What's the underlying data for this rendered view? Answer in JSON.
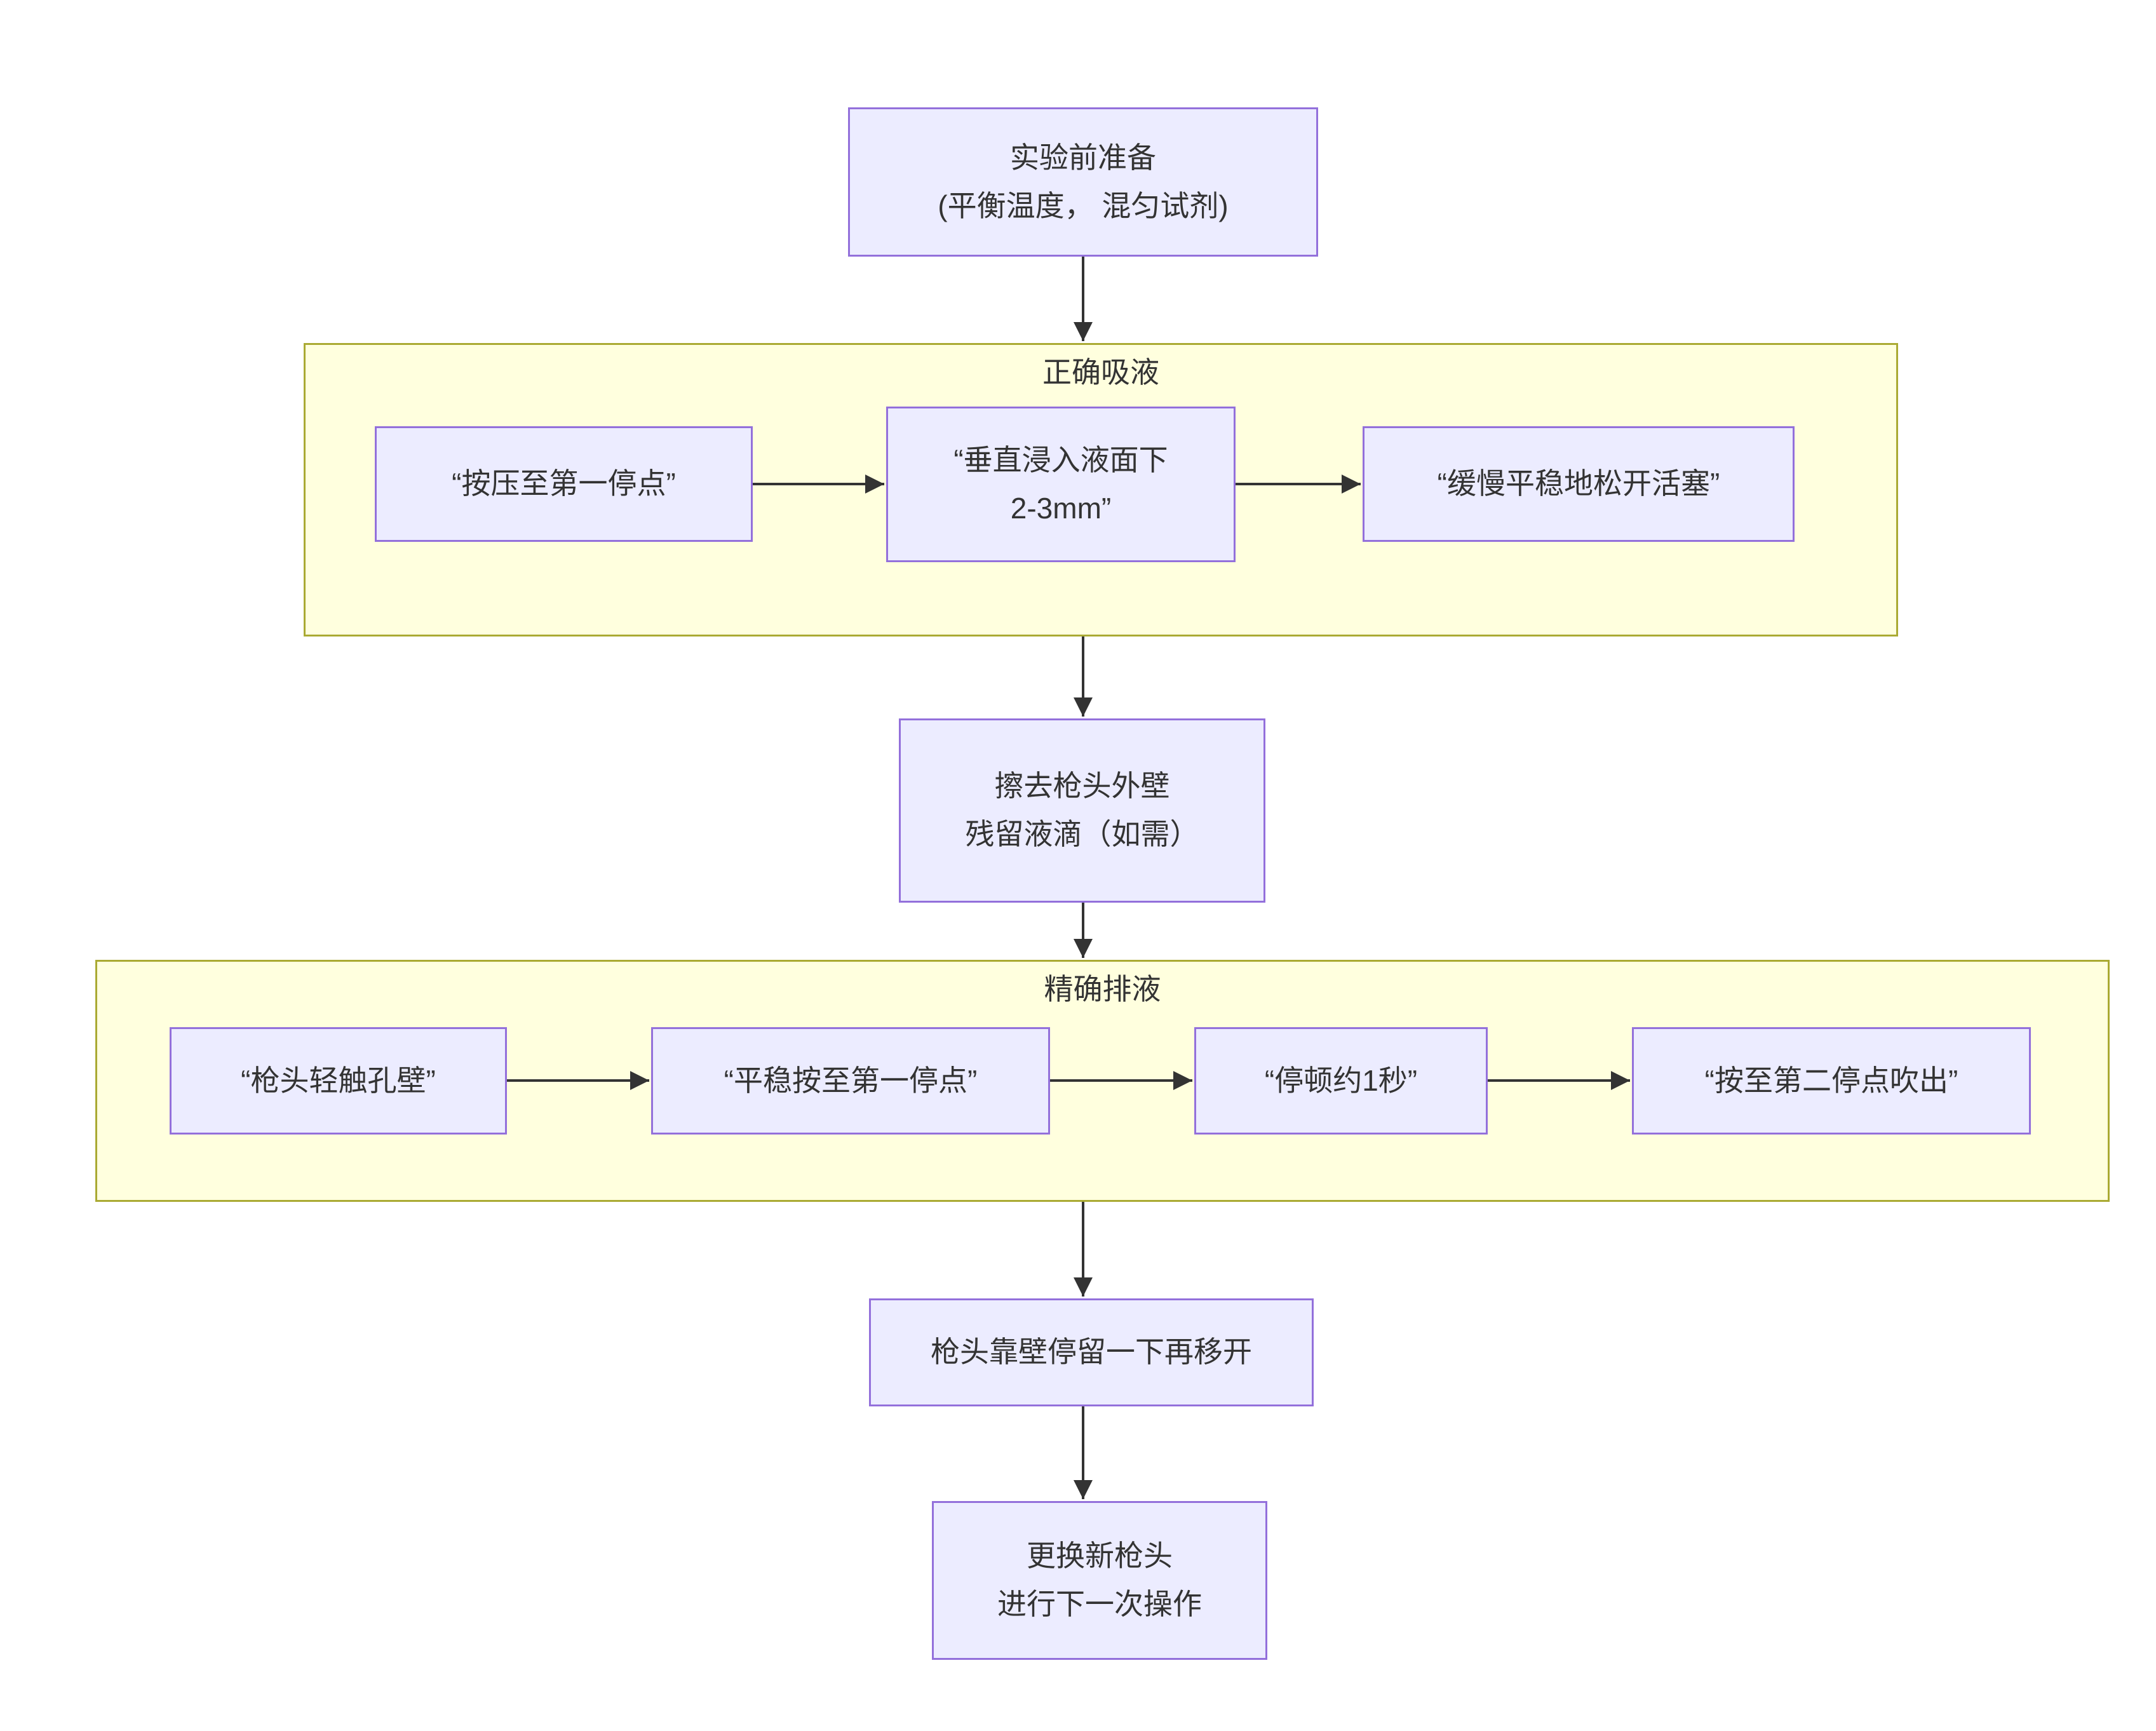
{
  "diagram": {
    "colors": {
      "background": "#FFFFFF",
      "node_fill": "#ECECFF",
      "node_border": "#9370DB",
      "cluster_fill": "#FFFFDE",
      "cluster_border": "#AAAA33",
      "arrow": "#333333",
      "text": "#333333"
    },
    "nodes": {
      "prep": {
        "line1": "实验前准备",
        "line2": "(平衡温度， 混匀试剂)"
      },
      "aspirate_press": {
        "label": "“按压至第一停点”"
      },
      "aspirate_immerse": {
        "line1": "“垂直浸入液面下",
        "line2": "2-3mm”"
      },
      "aspirate_release": {
        "label": "“缓慢平稳地松开活塞”"
      },
      "wipe": {
        "line1": "擦去枪头外壁",
        "line2": "残留液滴（如需）"
      },
      "dispense_touch": {
        "label": "“枪头轻触孔壁”"
      },
      "dispense_first_stop": {
        "label": "“平稳按至第一停点”"
      },
      "dispense_pause": {
        "label": "“停顿约1秒”"
      },
      "dispense_blowout": {
        "label": "“按至第二停点吹出”"
      },
      "linger": {
        "label": "枪头靠壁停留一下再移开"
      },
      "new_tip": {
        "line1": "更换新枪头",
        "line2": "进行下一次操作"
      }
    },
    "clusters": {
      "aspirate": {
        "title": "正确吸液"
      },
      "dispense": {
        "title": "精确排液"
      }
    }
  }
}
